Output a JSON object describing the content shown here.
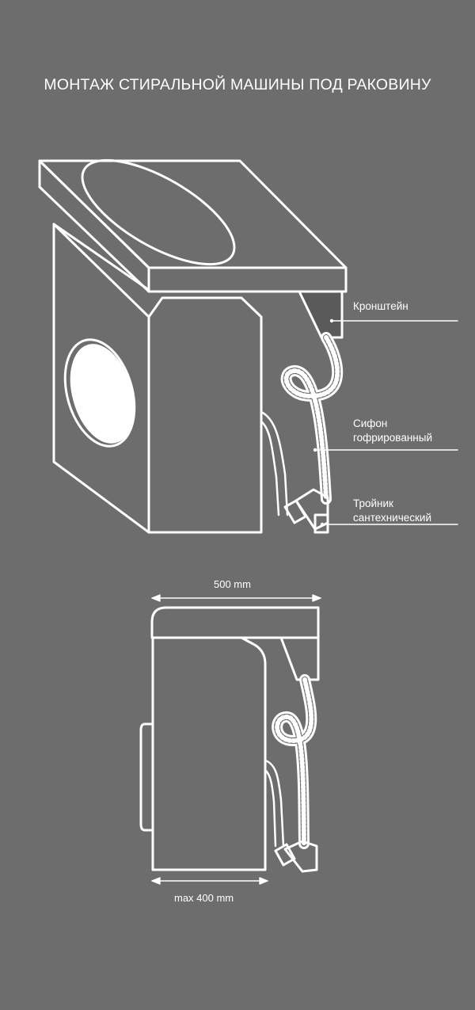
{
  "title": "МОНТАЖ СТИРАЛЬНОЙ МАШИНЫ ПОД РАКОВИНУ",
  "labels": {
    "bracket": "Кронштейн",
    "siphon_line1": "Сифон",
    "siphon_line2": "гофрированный",
    "tee_line1": "Тройник",
    "tee_line2": "сантехнический"
  },
  "dimensions": {
    "width": "500 mm",
    "depth": "max 400 mm"
  },
  "colors": {
    "background": "#6d6d6d",
    "line": "#ffffff",
    "bracket_fill": "#5a5a5a"
  }
}
